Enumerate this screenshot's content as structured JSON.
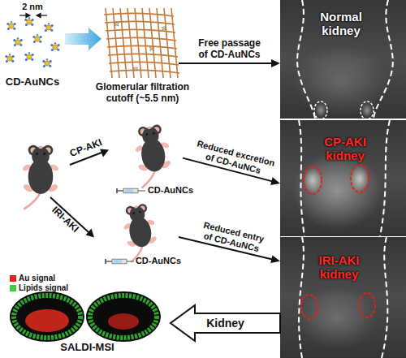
{
  "diagram": {
    "nodes": [
      {
        "text": [
          "CD-AuNCs"
        ]
      },
      {
        "text": [
          "Glomerular filtration cutoff (~5.5 nm)"
        ]
      },
      {
        "text": [
          "Normal kidney"
        ]
      },
      {
        "text": [
          "CD-AuNCs"
        ]
      },
      {
        "text": [
          "CD-AuNCs"
        ]
      },
      {
        "text": [
          "CP-AKI kidney"
        ]
      },
      {
        "text": [
          "IRI-AKI kidney"
        ]
      },
      {
        "text": [
          "SALDI-MSI"
        ]
      }
    ],
    "edges": [
      {
        "from": 0,
        "to": 1,
        "arrow": "to"
      },
      {
        "from": 1,
        "to": 2,
        "arrow": "to",
        "label": "Free passage of CD-AuNCs"
      },
      {
        "from": 3,
        "to": 5,
        "arrow": "to",
        "label": "Reduced excretion of CD-AuNCs"
      },
      {
        "from": 4,
        "to": 6,
        "arrow": "to",
        "label": "Reduced entry of CD-AuNCs"
      },
      {
        "from": 6,
        "to": 7,
        "arrow": "to",
        "label": "Kidney"
      }
    ],
    "labels": [
      "2 nm",
      "CP-AKI",
      "IRI-AKI"
    ],
    "legend": [
      {
        "text": "Au signal",
        "color": "#e3231c"
      },
      {
        "text": "Lipids signal",
        "color": "#3ccf3c"
      }
    ]
  }
}
